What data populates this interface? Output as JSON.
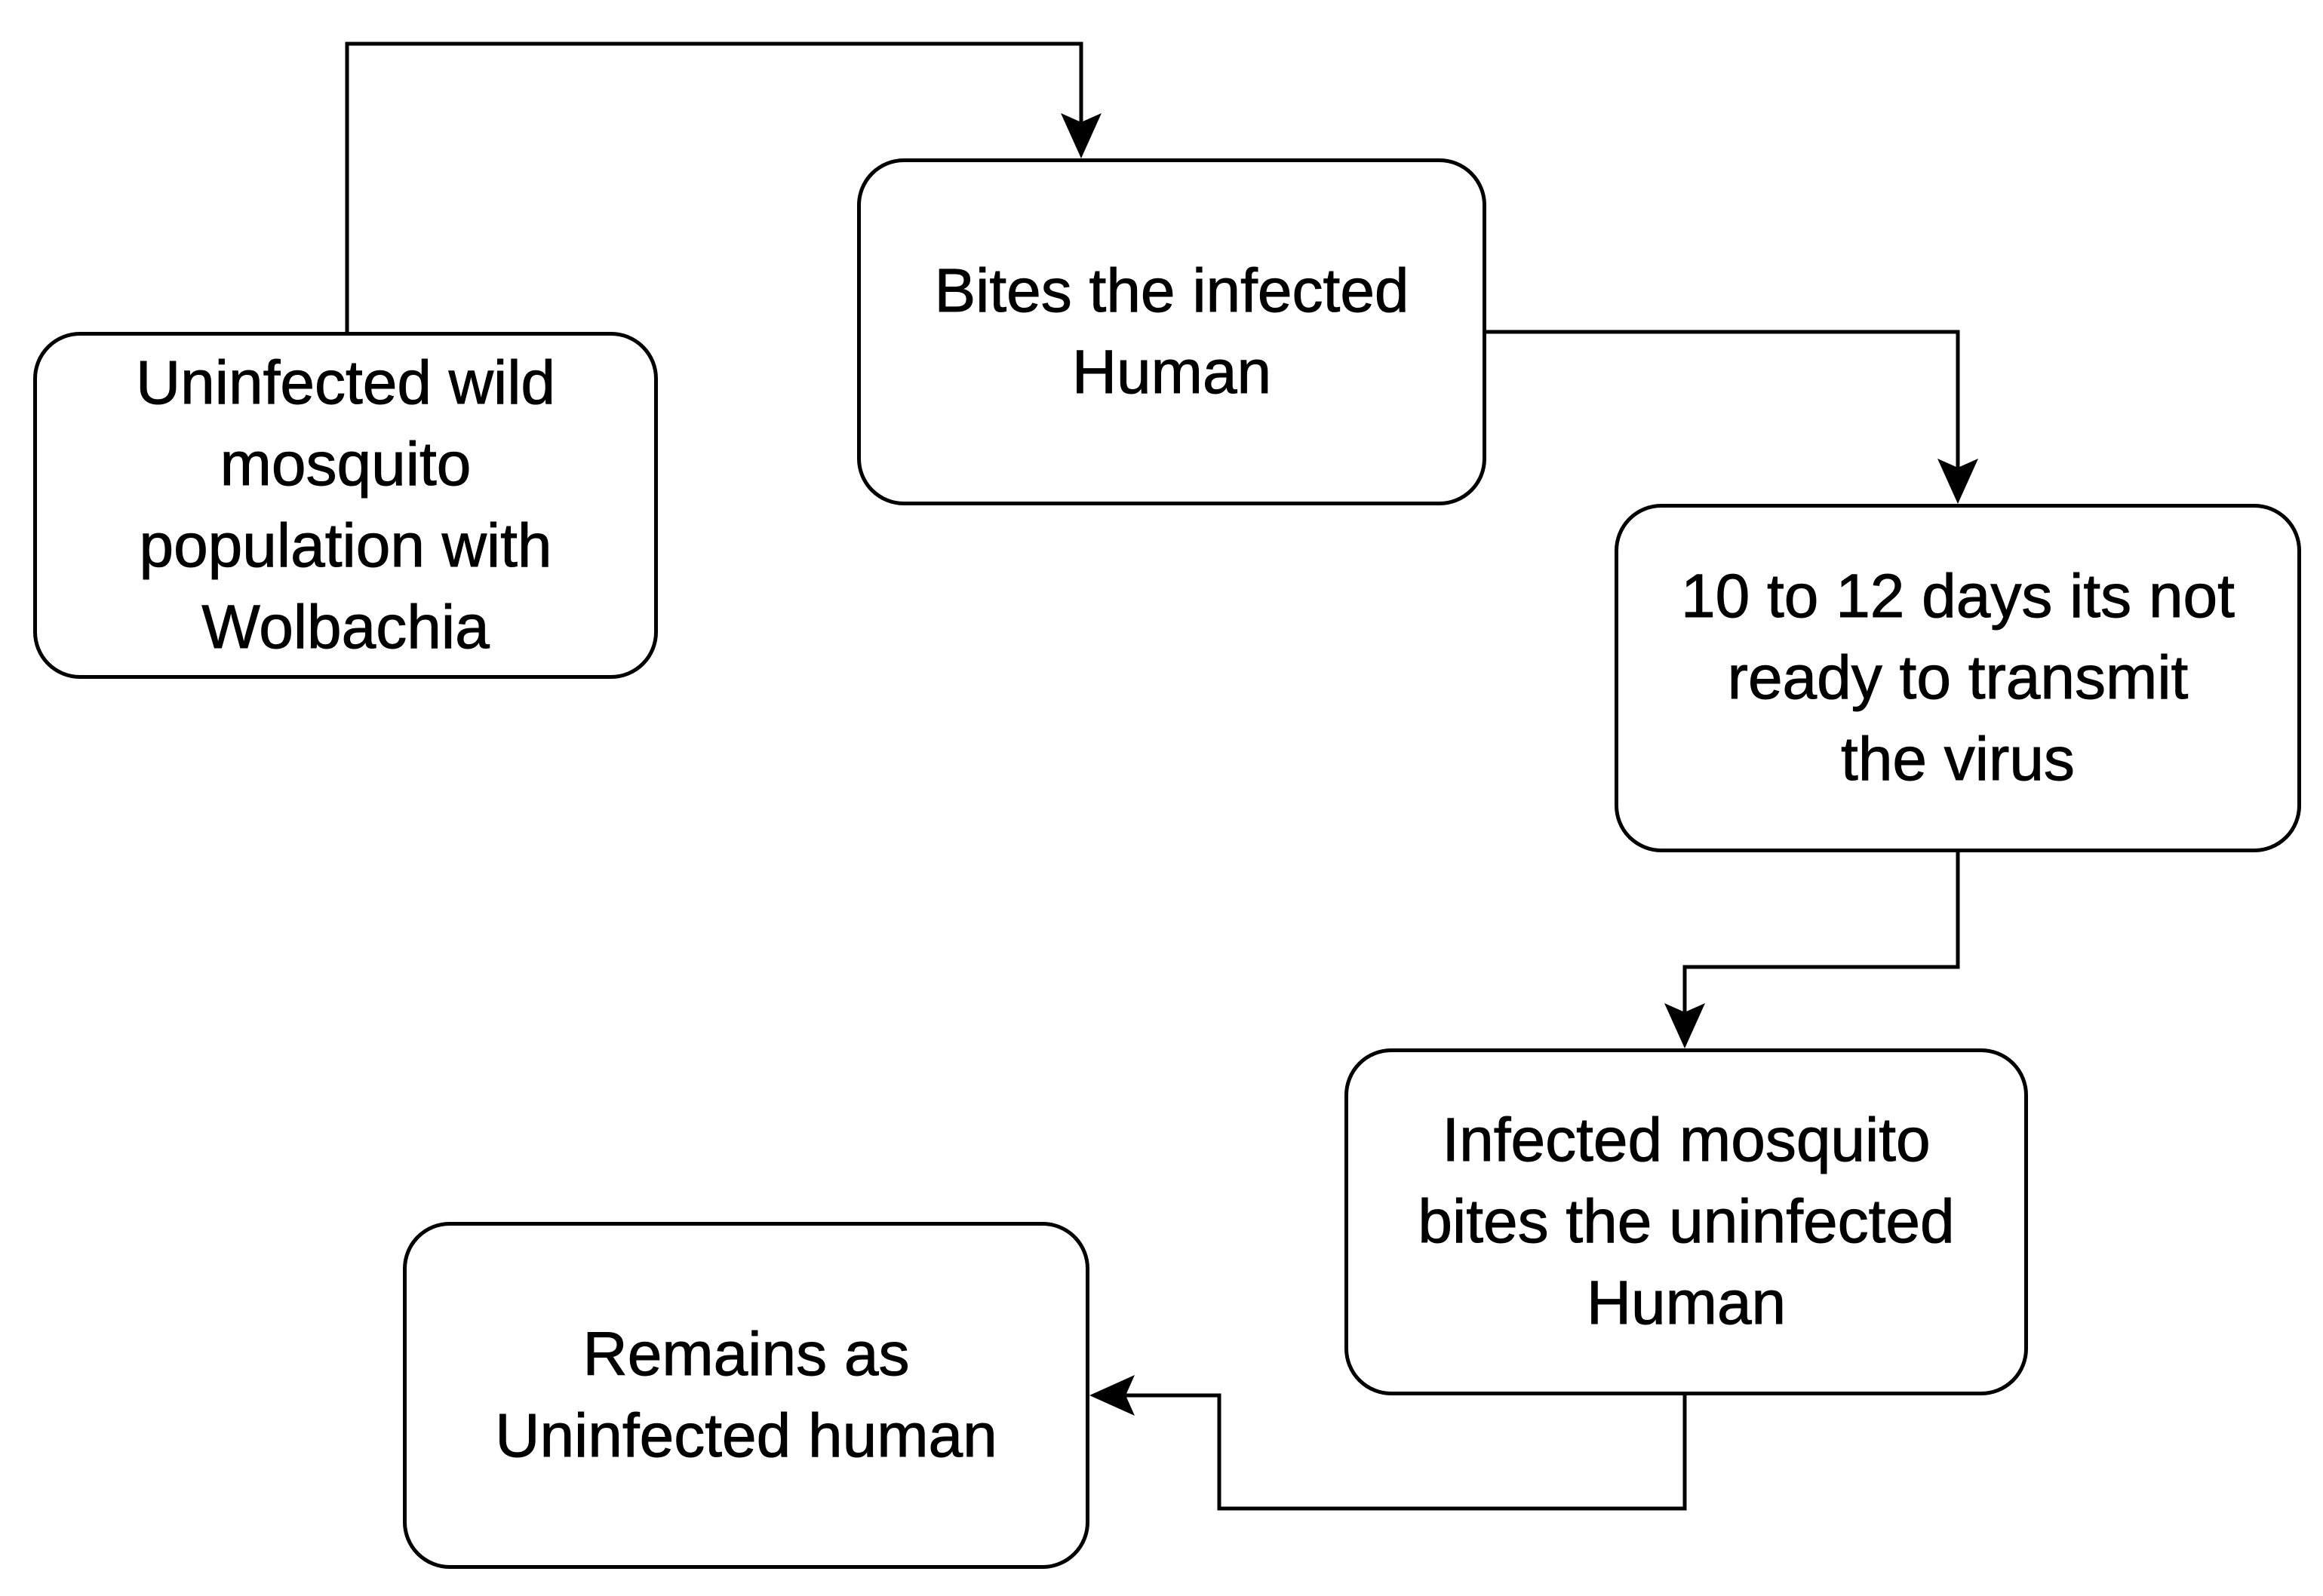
{
  "nodes": {
    "wild": "Uninfected wild\nmosquito\npopulation with\nWolbachia",
    "bites": "Bites the infected\nHuman",
    "days": "10 to 12 days its not\nready to transmit\nthe virus",
    "infected": "Infected mosquito\nbites the uninfected\nHuman",
    "remains": "Remains as\nUninfected human"
  }
}
